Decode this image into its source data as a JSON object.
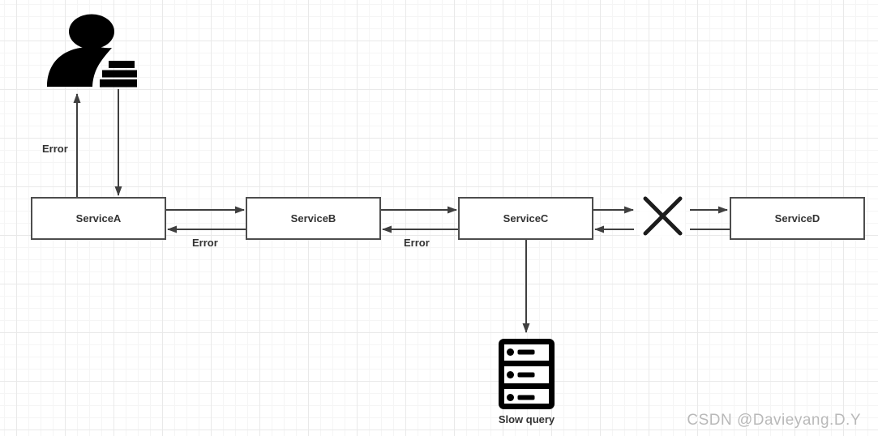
{
  "diagram": {
    "title": "service-call-failure-diagram",
    "nodes": [
      {
        "label": "ServiceA"
      },
      {
        "label": "ServiceB"
      },
      {
        "label": "ServiceC"
      },
      {
        "label": "ServiceD"
      }
    ],
    "edge_labels": {
      "user_error": "Error",
      "ab_error": "Error",
      "bc_error": "Error"
    },
    "database_label": "Slow query",
    "icons": {
      "user": "user-icon",
      "database": "database-server-icon",
      "failure": "failure-x-icon",
      "arrow": "arrowhead-icon"
    },
    "colors": {
      "connector_line": "#3f3f3f",
      "node_border": "#4d4d4d",
      "node_fill": "#ffffff",
      "label_text": "#333333",
      "icon_fill": "#000000",
      "failure_mark": "#1c1c1c",
      "grid_minor": "#f5f5f5",
      "grid_major": "#e9e9e9",
      "watermark": "#b9b9b9"
    }
  },
  "watermark": {
    "text": "CSDN @Davieyang.D.Y"
  }
}
